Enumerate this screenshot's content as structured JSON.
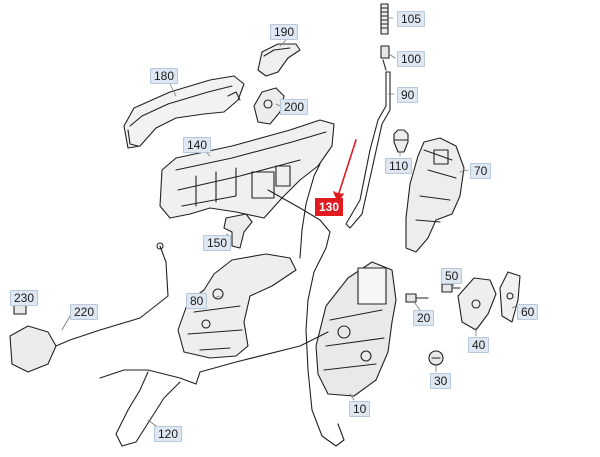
{
  "diagram": {
    "highlighted_part": "130",
    "highlight_color": "#e01b22",
    "label_bg_color": "#dfe8f2",
    "parts": [
      {
        "id": "p105",
        "label": "105"
      },
      {
        "id": "p190",
        "label": "190"
      },
      {
        "id": "p100",
        "label": "100"
      },
      {
        "id": "p180",
        "label": "180"
      },
      {
        "id": "p90",
        "label": "90"
      },
      {
        "id": "p200",
        "label": "200"
      },
      {
        "id": "p140",
        "label": "140"
      },
      {
        "id": "p110",
        "label": "110"
      },
      {
        "id": "p70",
        "label": "70"
      },
      {
        "id": "p150",
        "label": "150"
      },
      {
        "id": "p50",
        "label": "50"
      },
      {
        "id": "p230",
        "label": "230"
      },
      {
        "id": "p80",
        "label": "80"
      },
      {
        "id": "p220",
        "label": "220"
      },
      {
        "id": "p20",
        "label": "20"
      },
      {
        "id": "p60",
        "label": "60"
      },
      {
        "id": "p40",
        "label": "40"
      },
      {
        "id": "p30",
        "label": "30"
      },
      {
        "id": "p10",
        "label": "10"
      },
      {
        "id": "p120",
        "label": "120"
      },
      {
        "id": "p130",
        "label": "130"
      }
    ]
  }
}
